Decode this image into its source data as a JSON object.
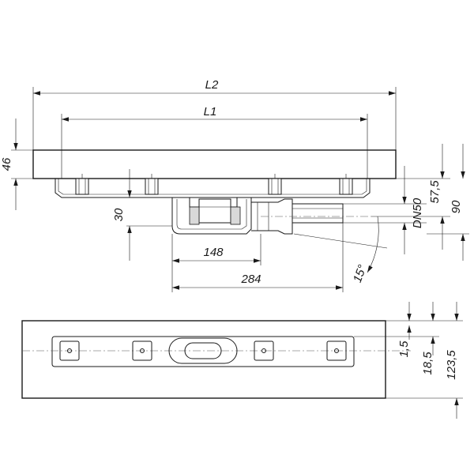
{
  "dimensions": {
    "L2": "L2",
    "L1": "L1",
    "h46": "46",
    "h30": "30",
    "w148": "148",
    "w284": "284",
    "angle": "15°",
    "dn": "DN50",
    "h57_5": "57,5",
    "h90": "90",
    "h1_5": "1,5",
    "h18_5": "18,5",
    "h123_5": "123,5"
  }
}
